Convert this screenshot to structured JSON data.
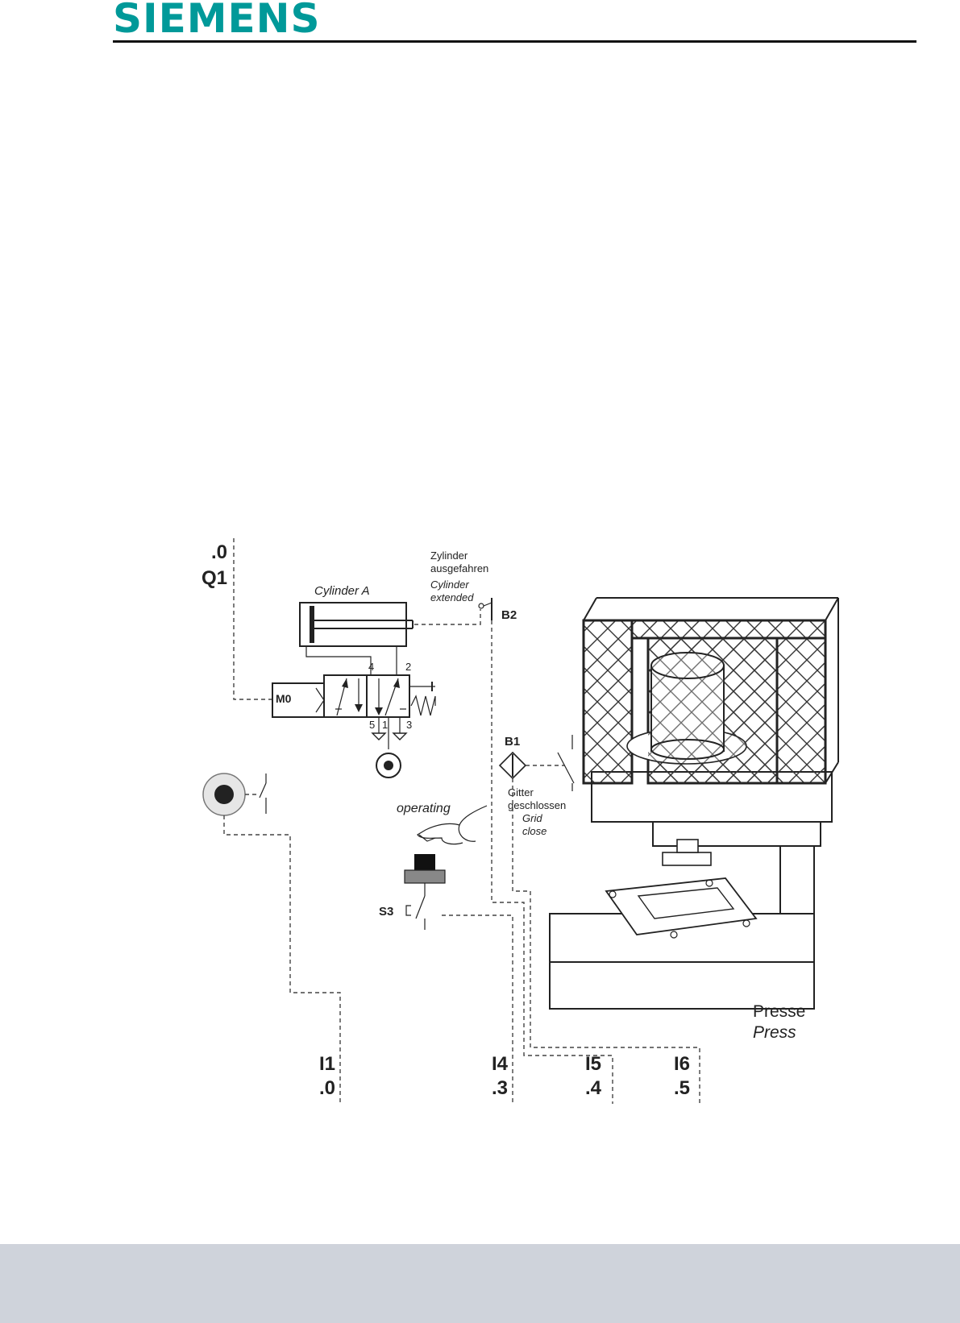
{
  "header": {
    "logo": "SIEMENS"
  },
  "colors": {
    "brand": "#009999",
    "footer": "#cfd3db"
  },
  "diagram": {
    "output_addr": ".0",
    "output_label": "Q1",
    "cylinder_label": "Cylinder A",
    "valve_ports": {
      "p4": "4",
      "p2": "2",
      "p5": "5",
      "p1": "1",
      "p3": "3"
    },
    "marker": "M0",
    "sensor_b2_de_line1": "Zylinder",
    "sensor_b2_de_line2": "ausgefahren",
    "sensor_b2_en_line1": "Cylinder",
    "sensor_b2_en_line2": "extended",
    "sensor_b2_tag": "B2",
    "sensor_b1_tag": "B1",
    "sensor_b1_de_line1": "Gitter",
    "sensor_b1_de_line2": "geschlossen",
    "sensor_b1_en_line1": "Grid",
    "sensor_b1_en_line2": "close",
    "operating_label": "operating",
    "switch_s3_tag": "S3",
    "press_de": "Presse",
    "press_en": "Press",
    "inputs": [
      {
        "label": "I1",
        "addr": ".0"
      },
      {
        "label": "I4",
        "addr": ".3"
      },
      {
        "label": "I5",
        "addr": ".4"
      },
      {
        "label": "I6",
        "addr": ".5"
      }
    ]
  }
}
